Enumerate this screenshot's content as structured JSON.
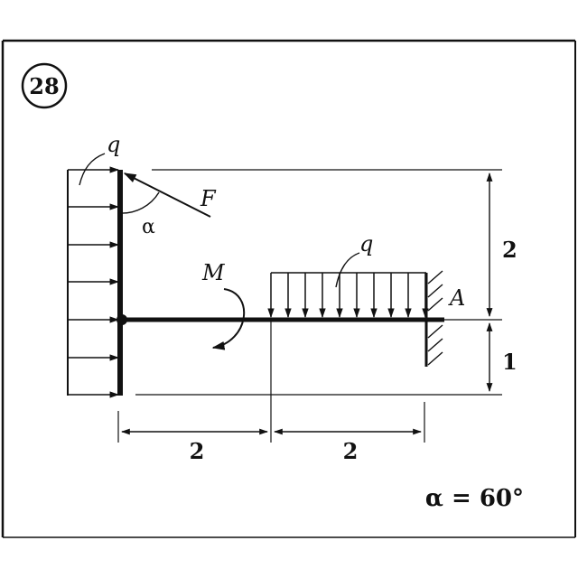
{
  "problem_number": "28",
  "labels": {
    "q_left": "q",
    "q_top": "q",
    "force": "F",
    "angle": "α",
    "moment": "M",
    "support": "A"
  },
  "dimensions": {
    "vertical_upper": "2",
    "vertical_lower": "1",
    "horizontal_left": "2",
    "horizontal_right": "2"
  },
  "given": "α = 60°",
  "colors": {
    "line": "#111111",
    "background": "#ffffff"
  }
}
